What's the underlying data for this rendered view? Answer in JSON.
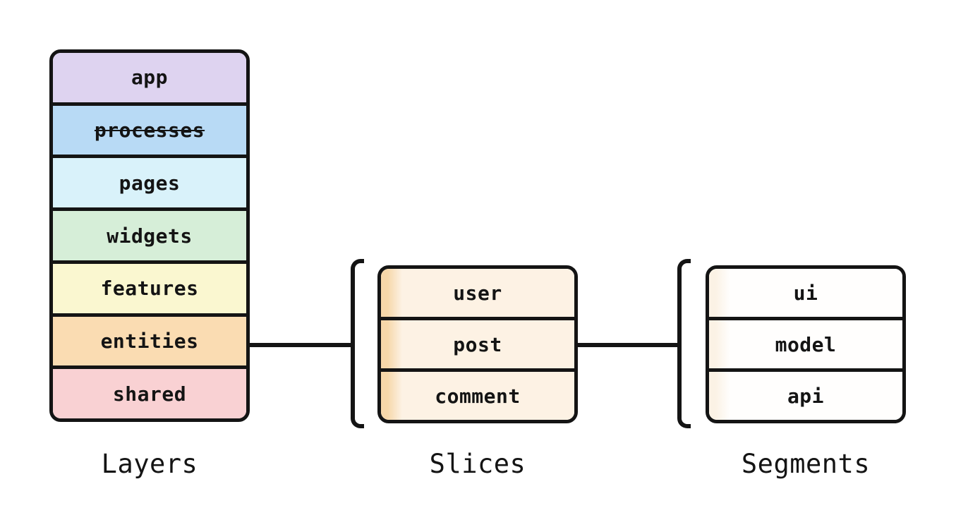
{
  "diagram": {
    "groups": [
      {
        "label": "Layers",
        "items": [
          {
            "label": "app",
            "color": "#ded3f0"
          },
          {
            "label": "processes",
            "color": "#b8daf5",
            "strikethrough": true,
            "decoration": "line-through"
          },
          {
            "label": "pages",
            "color": "#d9f2fa"
          },
          {
            "label": "widgets",
            "color": "#d6eed8"
          },
          {
            "label": "features",
            "color": "#faf7d0"
          },
          {
            "label": "entities",
            "color": "#fadcb2"
          },
          {
            "label": "shared",
            "color": "#f9d1d3"
          }
        ]
      },
      {
        "label": "Slices",
        "items": [
          {
            "label": "user"
          },
          {
            "label": "post"
          },
          {
            "label": "comment"
          }
        ]
      },
      {
        "label": "Segments",
        "items": [
          {
            "label": "ui"
          },
          {
            "label": "model"
          },
          {
            "label": "api"
          }
        ]
      }
    ],
    "colors": {
      "border": "#141414",
      "text": "#141414",
      "background": "#ffffff",
      "slice_strip": "#f6d7a9",
      "slice_body": "#fdf2e4",
      "segment_strip": "#fbf2e5",
      "segment_body": "#fffefd"
    }
  }
}
